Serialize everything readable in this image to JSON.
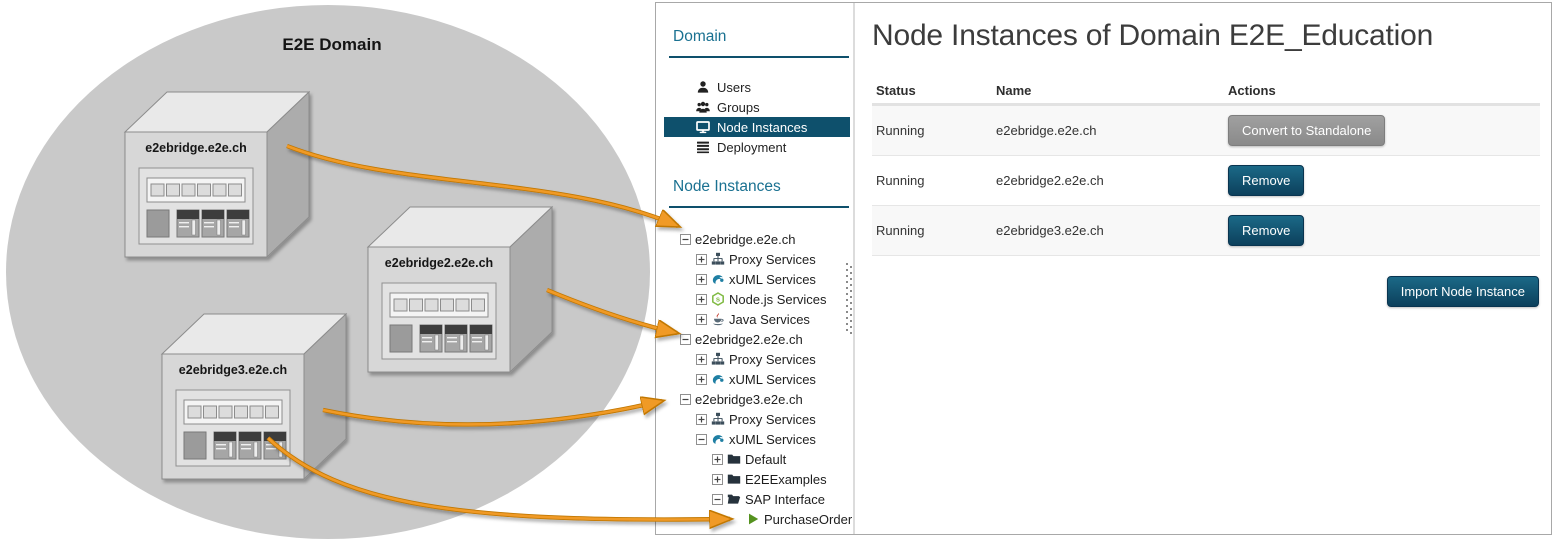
{
  "diagram": {
    "domain_label": "E2E Domain",
    "nodes": [
      {
        "label": "e2ebridge.e2e.ch"
      },
      {
        "label": "e2ebridge2.e2e.ch"
      },
      {
        "label": "e2ebridge3.e2e.ch"
      }
    ]
  },
  "sidebar": {
    "domain_heading": "Domain",
    "menu": [
      {
        "label": "Users",
        "icon": "user-icon",
        "selected": false
      },
      {
        "label": "Groups",
        "icon": "users-icon",
        "selected": false
      },
      {
        "label": "Node Instances",
        "icon": "monitor-icon",
        "selected": true
      },
      {
        "label": "Deployment",
        "icon": "deployment-icon",
        "selected": false
      }
    ],
    "tree_heading": "Node Instances",
    "tree": [
      {
        "label": "e2ebridge.e2e.ch",
        "level": 0,
        "expander": "minus",
        "icon": null
      },
      {
        "label": "Proxy Services",
        "level": 1,
        "expander": "plus",
        "icon": "proxy-icon"
      },
      {
        "label": "xUML Services",
        "level": 1,
        "expander": "plus",
        "icon": "xuml-icon"
      },
      {
        "label": "Node.js Services",
        "level": 1,
        "expander": "plus",
        "icon": "nodejs-icon"
      },
      {
        "label": "Java Services",
        "level": 1,
        "expander": "plus",
        "icon": "java-icon"
      },
      {
        "label": "e2ebridge2.e2e.ch",
        "level": 0,
        "expander": "minus",
        "icon": null
      },
      {
        "label": "Proxy Services",
        "level": 1,
        "expander": "plus",
        "icon": "proxy-icon"
      },
      {
        "label": "xUML Services",
        "level": 1,
        "expander": "plus",
        "icon": "xuml-icon"
      },
      {
        "label": "e2ebridge3.e2e.ch",
        "level": 0,
        "expander": "minus",
        "icon": null
      },
      {
        "label": "Proxy Services",
        "level": 1,
        "expander": "plus",
        "icon": "proxy-icon"
      },
      {
        "label": "xUML Services",
        "level": 1,
        "expander": "minus",
        "icon": "xuml-icon"
      },
      {
        "label": "Default",
        "level": 2,
        "expander": "plus",
        "icon": "folder-icon"
      },
      {
        "label": "E2EExamples",
        "level": 2,
        "expander": "plus",
        "icon": "folder-icon"
      },
      {
        "label": "SAP Interface",
        "level": 2,
        "expander": "minus",
        "icon": "folder-open-icon"
      },
      {
        "label": "PurchaseOrder",
        "level": 3,
        "expander": "none",
        "icon": "service-icon"
      }
    ]
  },
  "main": {
    "title": "Node Instances of Domain E2E_Education",
    "table": {
      "columns": [
        "Status",
        "Name",
        "Actions"
      ],
      "rows": [
        {
          "status": "Running",
          "name": "e2ebridge.e2e.ch",
          "action": "Convert to Standalone",
          "action_style": "gray"
        },
        {
          "status": "Running",
          "name": "e2ebridge2.e2e.ch",
          "action": "Remove",
          "action_style": "teal"
        },
        {
          "status": "Running",
          "name": "e2ebridge3.e2e.ch",
          "action": "Remove",
          "action_style": "teal"
        }
      ]
    },
    "import_button": "Import Node Instance"
  },
  "colors": {
    "accent_teal": "#1A7191",
    "selected_bg": "#0E506C",
    "button_teal_top": "#1B6987",
    "button_teal_bottom": "#0C405C",
    "button_gray_top": "#A0A0A0",
    "button_gray_bottom": "#8A8A8A",
    "arrow_orange": "#F09A28",
    "ellipse_gray": "#C9C9C9"
  }
}
